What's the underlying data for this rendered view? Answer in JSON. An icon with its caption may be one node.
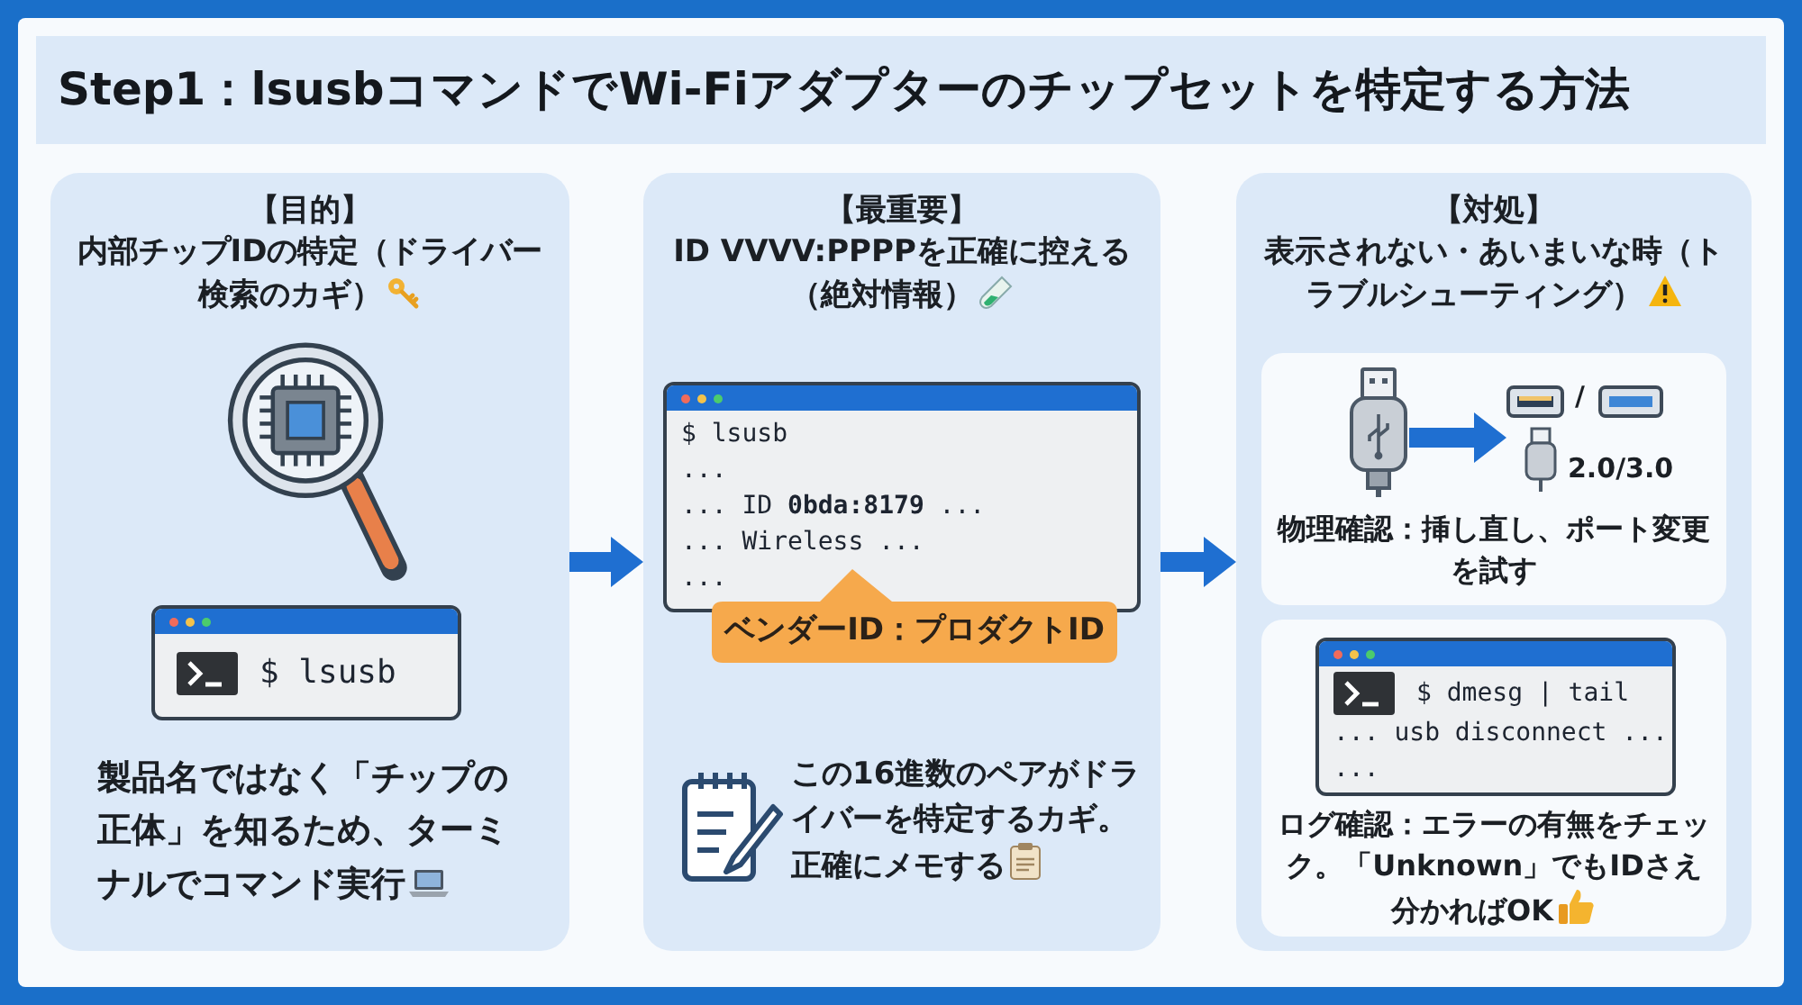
{
  "diagram": {
    "title": "Step1：lsusbコマンドでWi-Fiアダプターのチップセットを特定する方法",
    "nodes": [
      {
        "text": [
          "【目的】",
          "内部チップIDの特定（ドライバー検索のカギ）",
          "製品名ではなく「チップの正体」を知るため、ターミナルでコマンド実行"
        ]
      },
      {
        "text": [
          "$ lsusb"
        ],
        "in": 0
      },
      {
        "text": [
          "【最重要】",
          "ID VVVV:PPPPを正確に控える（絶対情報）",
          "この16進数のペアがドライバーを特定するカギ。正確にメモする"
        ]
      },
      {
        "text": [
          "$ lsusb",
          "...",
          "... ID **0bda:8179** ...",
          "... Wireless ...",
          "..."
        ],
        "in": 2
      },
      {
        "text": [
          "ベンダーID：プロダクトID"
        ],
        "in": 2
      },
      {
        "text": [
          "【対処】",
          "表示されない・あいまいな時（トラブルシューティング）"
        ]
      },
      {
        "text": [
          "物理確認：挿し直し、ポート変更を試す"
        ],
        "in": 5
      },
      {
        "text": [],
        "shape": "picture",
        "in": 6
      },
      {
        "text": [],
        "shape": "picture",
        "in": 6
      },
      {
        "text": [
          "ログ確認：エラーの有無をチェック。「Unknown」でもIDさえ分かればOK"
        ],
        "in": 5
      },
      {
        "text": [
          "$ dmesg | tail",
          "... usb disconnect ...",
          "..."
        ],
        "in": 9
      }
    ],
    "edges": [
      {
        "from": 0,
        "to": 2,
        "arrow": "to"
      },
      {
        "from": 2,
        "to": 5,
        "arrow": "to"
      },
      {
        "from": 7,
        "to": 8,
        "arrow": "to"
      }
    ],
    "labels": [
      "/",
      "2.0/3.0"
    ]
  }
}
